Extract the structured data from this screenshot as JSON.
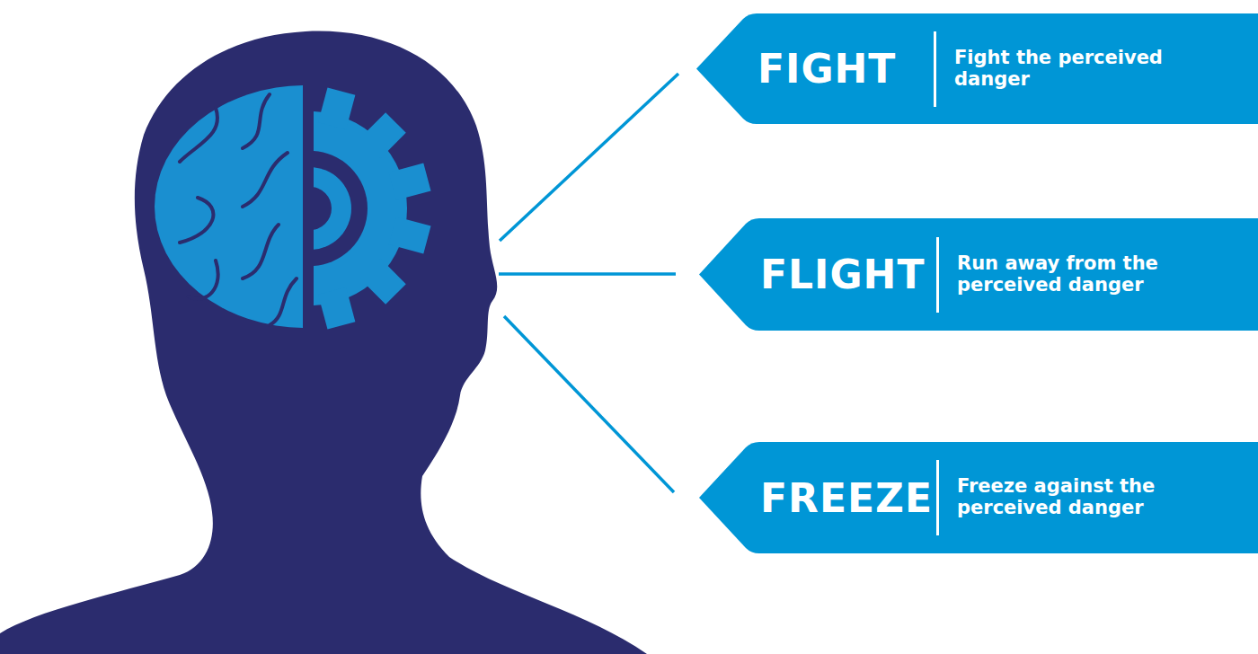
{
  "diagram": {
    "nodes": [
      {
        "text": [
          "FIGHT",
          "Fight the perceived danger"
        ]
      },
      {
        "text": [
          "FLIGHT",
          "Run away from the perceived danger"
        ]
      },
      {
        "text": [
          "FREEZE",
          "Freeze against the perceived danger"
        ]
      }
    ]
  }
}
